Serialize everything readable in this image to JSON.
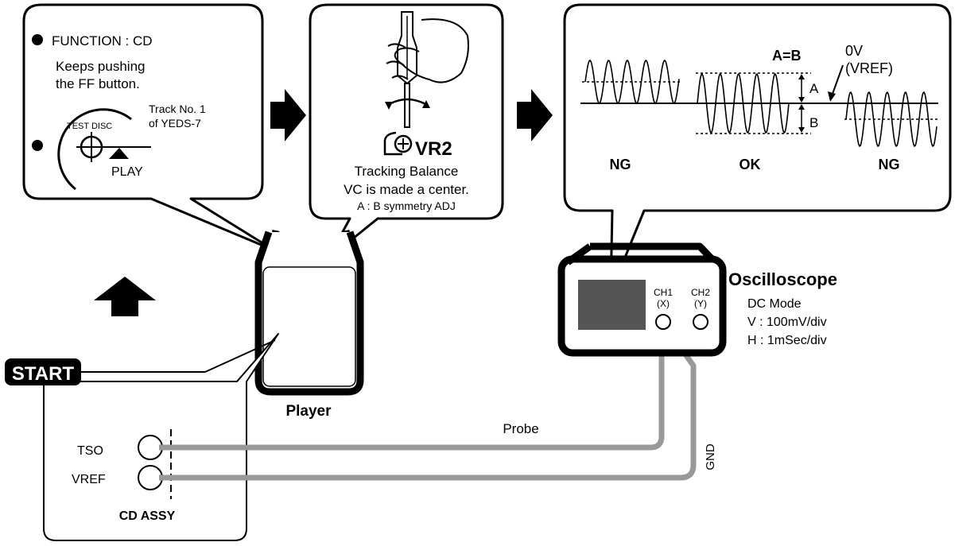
{
  "panel1": {
    "function_line": "FUNCTION : CD",
    "instruction_line1": "Keeps pushing",
    "instruction_line2": "the FF button.",
    "track_line1": "Track No. 1",
    "track_line2": "of YEDS-7",
    "disc_label": "TEST DISC",
    "play_label": "PLAY"
  },
  "panel2": {
    "vr_label": "VR2",
    "line1": "Tracking Balance",
    "line2": "VC is made a center.",
    "line3": "A : B symmetry ADJ"
  },
  "panel3": {
    "equation": "A=B",
    "zero_v": "0V",
    "vref": "(VREF)",
    "label_a": "A",
    "label_b": "B",
    "ng_left": "NG",
    "ok": "OK",
    "ng_right": "NG"
  },
  "oscilloscope": {
    "title": "Oscilloscope",
    "mode": "DC Mode",
    "vdiv": "V : 100mV/div",
    "hdiv": "H : 1mSec/div",
    "ch1_line1": "CH1",
    "ch1_line2": "(X)",
    "ch2_line1": "CH2",
    "ch2_line2": "(Y)"
  },
  "player_label": "Player",
  "start_label": "START",
  "cd_assy": {
    "label": "CD ASSY",
    "tso": "TSO",
    "vref": "VREF"
  },
  "probe_label": "Probe",
  "gnd_label": "GND",
  "colors": {
    "stroke": "#000000",
    "cable": "#999999",
    "screen": "#555555"
  }
}
